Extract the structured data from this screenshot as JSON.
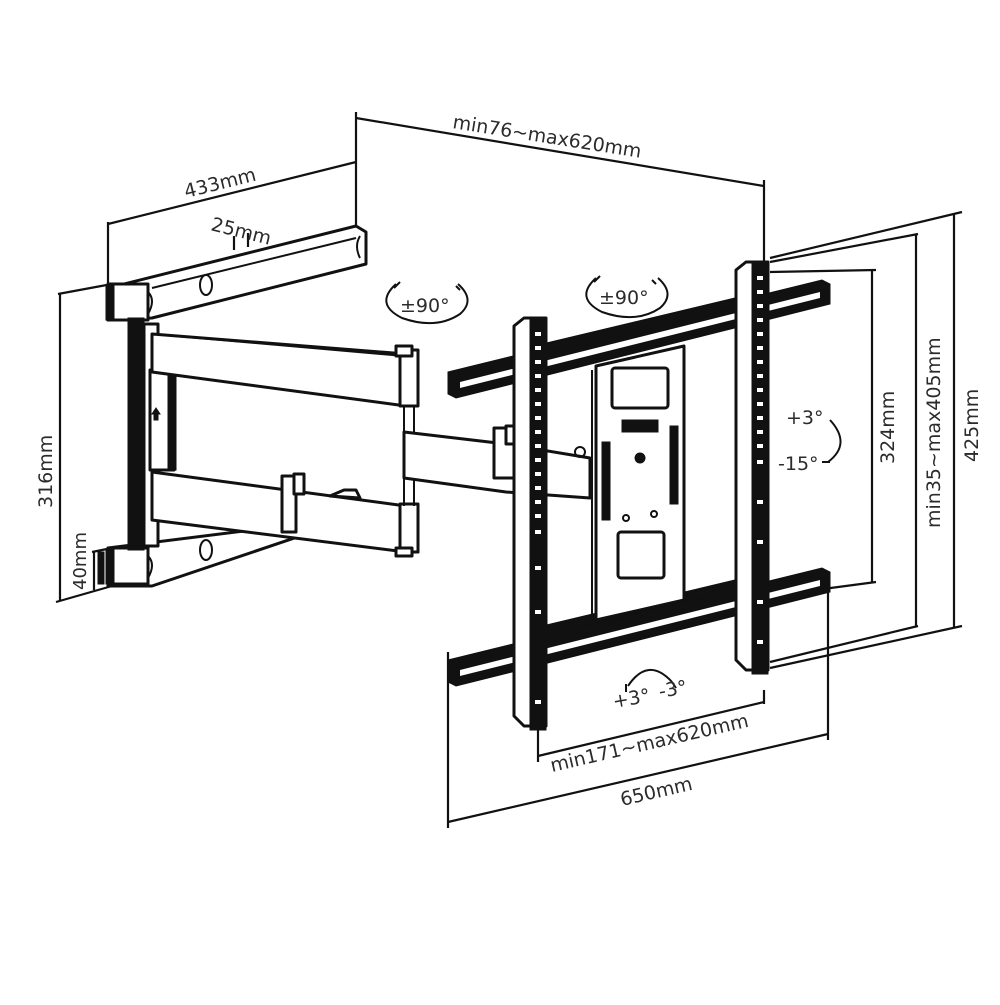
{
  "diagram": {
    "title": "Full-motion TV wall mount dimensional drawing",
    "colors": {
      "line": "#111111",
      "text": "#2b2b2b",
      "background": "#ffffff"
    },
    "dimensions": {
      "wall_plate_depth": "433mm",
      "wall_plate_offset": "25mm",
      "wall_plate_height": "316mm",
      "wall_rail_height": "40mm",
      "extension": "min76~max620mm",
      "vesa_horizontal": "min171~max620mm",
      "overall_width": "650mm",
      "vesa_vertical_inner": "324mm",
      "vesa_vertical": "min35~max405mm",
      "overall_height": "425mm"
    },
    "rotations": {
      "arm_swivel": "±90°",
      "head_rotation": "±90°",
      "tilt_up": "+3°",
      "tilt_down": "-15°",
      "level_plus": "+3°",
      "level_minus": "-3°"
    },
    "components": [
      {
        "name": "Wall plate",
        "icon": "wall-plate"
      },
      {
        "name": "Articulating arm",
        "icon": "arm"
      },
      {
        "name": "Rotating head",
        "icon": "swivel-head"
      },
      {
        "name": "VESA uprights",
        "icon": "bracket"
      },
      {
        "name": "Horizontal rails",
        "icon": "rail"
      }
    ]
  }
}
